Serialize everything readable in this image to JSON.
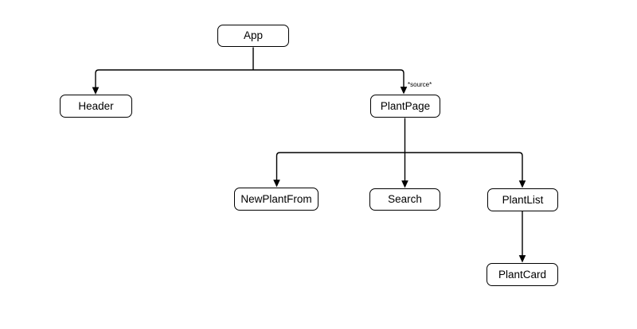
{
  "diagram": {
    "type": "component-tree",
    "colors": {
      "background": "#ffffff",
      "line": "#000000",
      "box_border": "#000000",
      "box_fill": "#ffffff",
      "text": "#000000"
    },
    "nodes": {
      "app": {
        "label": "App"
      },
      "header": {
        "label": "Header"
      },
      "plant_page": {
        "label": "PlantPage"
      },
      "new_plant_from": {
        "label": "NewPlantFrom"
      },
      "search": {
        "label": "Search"
      },
      "plant_list": {
        "label": "PlantList"
      },
      "plant_card": {
        "label": "PlantCard"
      }
    },
    "edges": [
      {
        "from": "App",
        "to": "Header",
        "label": ""
      },
      {
        "from": "App",
        "to": "PlantPage",
        "label": "*source*"
      },
      {
        "from": "PlantPage",
        "to": "NewPlantFrom",
        "label": ""
      },
      {
        "from": "PlantPage",
        "to": "Search",
        "label": ""
      },
      {
        "from": "PlantPage",
        "to": "PlantList",
        "label": ""
      },
      {
        "from": "PlantList",
        "to": "PlantCard",
        "label": ""
      }
    ]
  }
}
